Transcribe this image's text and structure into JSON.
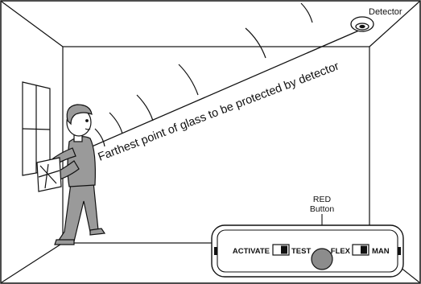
{
  "labels": {
    "detector": "Detector",
    "sightline": "Farthest point of glass to be protected by detector",
    "red_button_line1": "RED",
    "red_button_line2": "Button"
  },
  "panel": {
    "left_switch_left": "ACTIVATE",
    "left_switch_right": "TEST",
    "right_switch_left": "FLEX",
    "right_switch_right": "MAN"
  },
  "colors": {
    "line": "#111111",
    "skin": "#ffffff",
    "clothing": "#9a9a9a",
    "button": "#8c8c8c"
  },
  "icons": {
    "detector": "round-ceiling-detector-icon",
    "sound_waves": "sound-wave-arcs"
  }
}
